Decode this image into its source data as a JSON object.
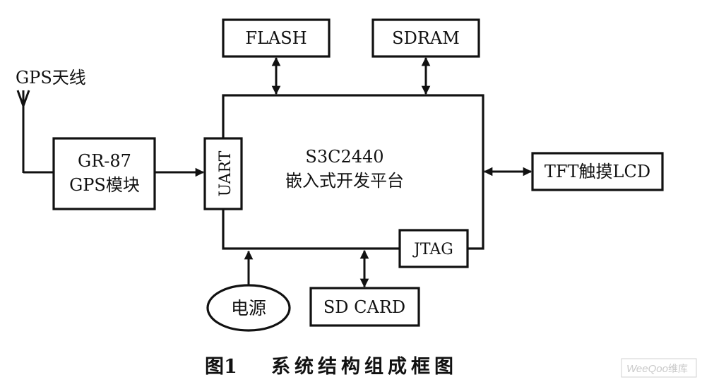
{
  "diagram": {
    "antenna_label": "GPS天线",
    "gps_module": {
      "line1": "GR-87",
      "line2": "GPS模块"
    },
    "uart_label": "UART",
    "cpu": {
      "line1": "S3C2440",
      "line2": "嵌入式开发平台"
    },
    "flash_label": "FLASH",
    "sdram_label": "SDRAM",
    "lcd_label": "TFT触摸LCD",
    "jtag_label": "JTAG",
    "power_label": "电源",
    "sdcard_label": "SD CARD"
  },
  "caption": {
    "figure": "图1",
    "title": "系统结构组成框图"
  },
  "watermark": {
    "brand": "WeeQoo",
    "suffix": "维库"
  },
  "colors": {
    "ink": "#111111",
    "background": "#ffffff",
    "watermark": "#c9c9c9"
  }
}
